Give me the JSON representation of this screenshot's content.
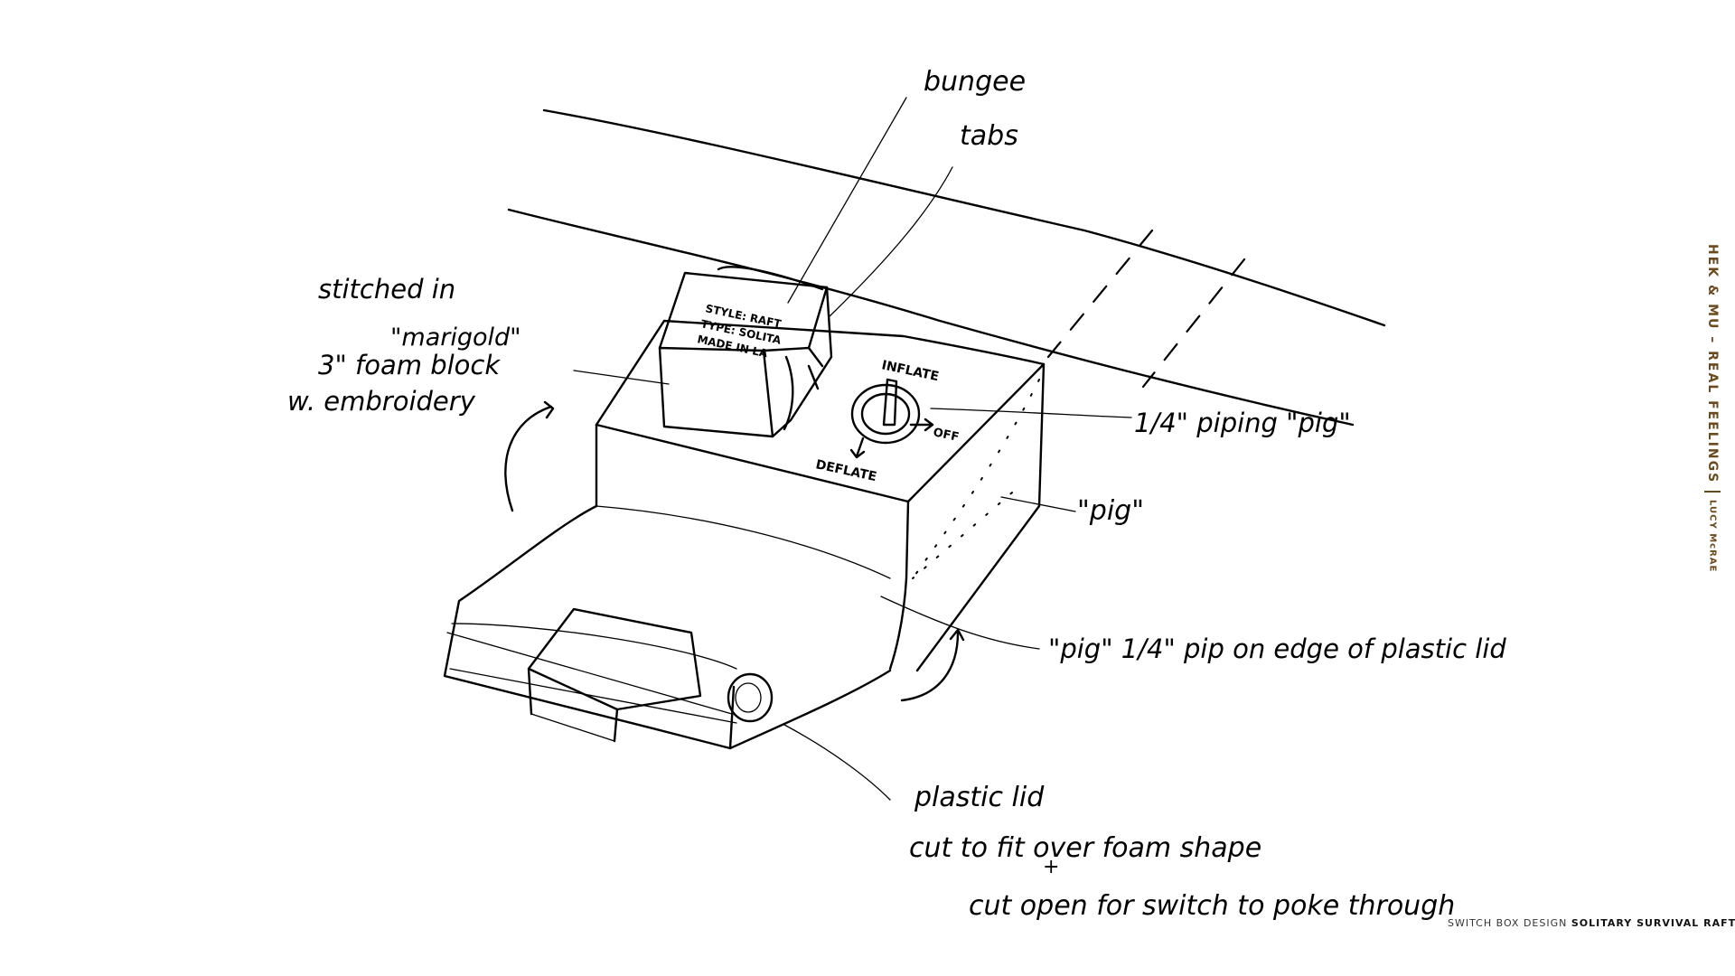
{
  "labels": {
    "bungee": "bungee",
    "tabs": "tabs",
    "stitched_in": "stitched in",
    "marigold": "\"marigold\"",
    "foam_block": "3\"   foam block",
    "embroidery": "w. embroidery",
    "inflate": "INFLATE",
    "off": "OFF",
    "deflate": "DEFLATE",
    "piping_pig": "1/4\" piping \"pig\"",
    "pig": "\"pig\"",
    "pig_pip": "\"pig\" 1/4\" pip on edge of plastic lid",
    "plastic_lid": "plastic lid",
    "cut_to_fit": "cut to fit over foam shape",
    "plus": "+",
    "cut_open": "cut open for switch to poke through"
  },
  "block_tag": {
    "line1": "STYLE: RAFT",
    "line2": "TYPE: SOLITA",
    "line3": "MADE IN LA"
  },
  "sidebar": {
    "title": "HEK & MU – REAL FEELINGS",
    "author": "LUCY McRAE"
  },
  "footer": {
    "prefix": "SWITCH BOX DESIGN",
    "title": "SOLITARY SURVIVAL RAFT"
  }
}
